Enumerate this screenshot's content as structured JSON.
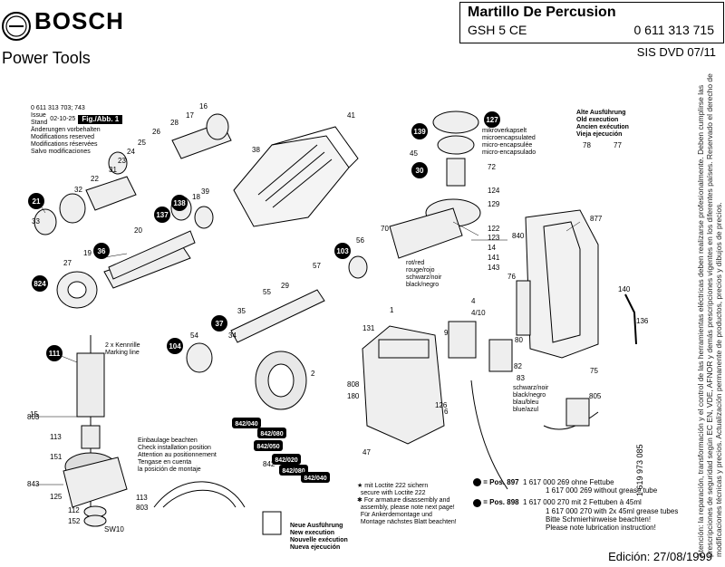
{
  "brand": "BOSCH",
  "subtitle": "Power Tools",
  "title_box": {
    "title": "Martillo De Percusion",
    "model": "GSH 5 CE",
    "part_number": "0 611 313 715"
  },
  "sis_dvd": "SIS DVD 07/11",
  "edition": "Edición: 27/08/1999",
  "header_info": {
    "code": "0 611 313 703; 743",
    "issue": "Issue",
    "stand": "Stand",
    "date": "02-10-25",
    "fig": "Fig./Abb. 1",
    "notes": [
      "Änderungen vorbehalten",
      "Modifications reserved",
      "Modifications réservées",
      "Salvo modificaciones"
    ]
  },
  "old_exec": [
    "Alte Ausführung",
    "Old execution",
    "Ancien exécution",
    "Vieja ejecución"
  ],
  "micro": [
    "mikroverkapselt",
    "microencapsulated",
    "micro-encapsulée",
    "micro-encapsulado"
  ],
  "marking": [
    "2 x Kennrille",
    "Marking line"
  ],
  "einbau": [
    "Einbaulage beachten",
    "Check installation position",
    "Attention au positionnement",
    "Tengase en cuenta",
    "la posición de montaje"
  ],
  "loctite": [
    "mit Loctite 222 sichern",
    "secure with Loctite 222"
  ],
  "armature": [
    "For armature disassembly and",
    "assembly, please note next page!",
    "Für Ankerdemontage und",
    "Montage nächstes Blatt beachten!"
  ],
  "new_exec": [
    "Neue Ausführung",
    "New execution",
    "Nouvelle exécution",
    "Nueva ejecución"
  ],
  "wire_colors": [
    "schwarz/noir",
    "black/negro",
    "blau/bleu",
    "blue/azul"
  ],
  "wire_colors2": [
    "rot/red",
    "rouge/rojo",
    "schwarz/noir",
    "black/negro"
  ],
  "grease": {
    "pos897": "= Pos. 897",
    "pos898": "= Pos. 898",
    "lines897": [
      "1 617 000 269 ohne Fettube",
      "1 617 000 269 without grease tube"
    ],
    "lines898": [
      "1 617 000 270 mit 2 Fettuben à 45ml",
      "1 617 000 270 with 2x 45ml grease tubes",
      "Bitte Schmierhinweise beachten!",
      "Please note lubrication instruction!"
    ]
  },
  "doc_number": "1 619 973 085",
  "vertical_note": "Atención: la reparación, transformación y el control de las herramientas eléctricas deben realizarse profesionalmente. Deben cumplirse las prescripciones de seguridad según EC EN, VDE, AFNOR y demás prescripciones vigentes en los diferentes países. Reservado el derecho de modificaciones técnicas y precios. Actualización permanente de productos, precios y dibujos de precios.",
  "circled_labels": [
    "21",
    "36",
    "824",
    "111",
    "137",
    "138",
    "104",
    "37",
    "103",
    "139",
    "30",
    "127",
    "842/040",
    "842/080",
    "842/050",
    "842/020",
    "842/080",
    "842/040"
  ],
  "part_labels": [
    "16",
    "17",
    "28",
    "26",
    "25",
    "24",
    "23",
    "31",
    "22",
    "32",
    "33",
    "38",
    "39",
    "18",
    "41",
    "20",
    "19",
    "27",
    "29",
    "55",
    "57",
    "56",
    "70",
    "34",
    "35",
    "54",
    "15",
    "803",
    "113",
    "151",
    "843",
    "125",
    "152",
    "112",
    "2",
    "1",
    "131",
    "808",
    "180",
    "6",
    "126",
    "4",
    "4/10",
    "9",
    "80",
    "82",
    "83",
    "75",
    "76",
    "877",
    "140",
    "136",
    "805",
    "45",
    "72",
    "124",
    "129",
    "122",
    "123",
    "14",
    "141",
    "143",
    "840",
    "78",
    "77",
    "47",
    "842",
    "113",
    "803",
    "SW10"
  ]
}
